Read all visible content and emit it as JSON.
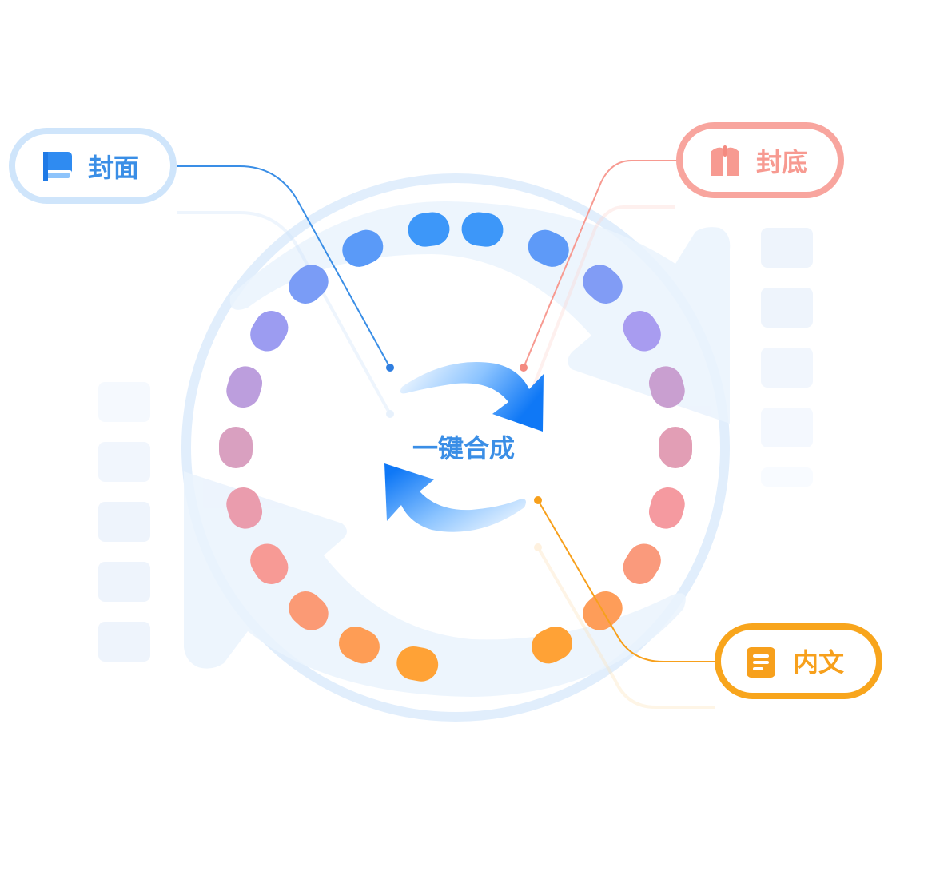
{
  "center": {
    "label": "一键合成"
  },
  "nodes": {
    "cover": {
      "label": "封面",
      "icon": "book-icon",
      "color": "#3a8ee6",
      "border": "#cfe5fb"
    },
    "back_cover": {
      "label": "封底",
      "icon": "open-book-icon",
      "color": "#f79a91",
      "border": "#f8a59e"
    },
    "content": {
      "label": "内文",
      "icon": "document-icon",
      "color": "#f7a01c",
      "border": "#f8a51c"
    }
  },
  "ring_colors": [
    "#3d97f9",
    "#6e9cf7",
    "#a89cf0",
    "#d9a0c0",
    "#f59aa0",
    "#fd9a6a",
    "#ffa236"
  ]
}
